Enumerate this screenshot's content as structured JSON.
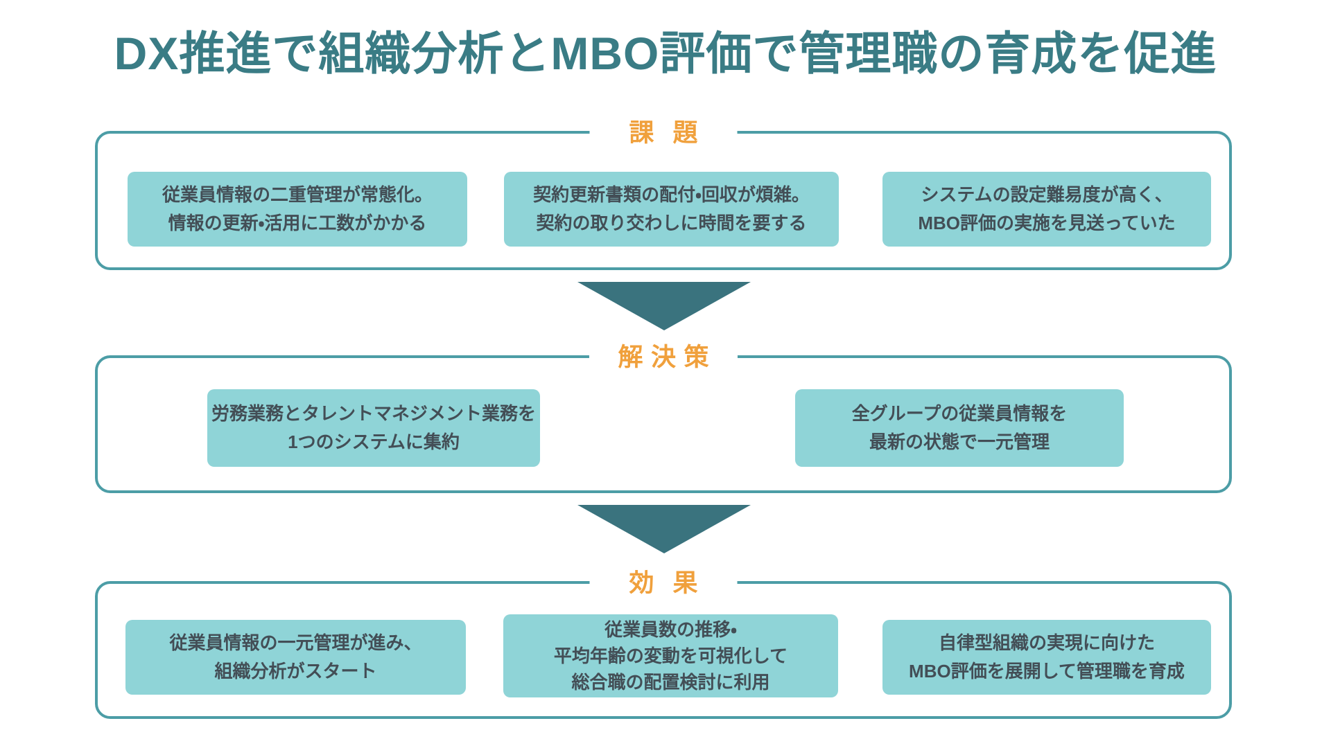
{
  "page": {
    "title": "DX推進で組織分析とMBO評価で管理職の育成を促進"
  },
  "colors": {
    "background": "#FFFFFF",
    "title_text": "#3A7C85",
    "section_border": "#4C9DA6",
    "section_label": "#F0A03C",
    "card_background": "#8FD4D7",
    "card_text": "#434E56",
    "arrow": "#3A737E"
  },
  "sections": [
    {
      "label": "課題",
      "cards": [
        {
          "lines": [
            "従業員情報の二重管理が常態化。",
            "情報の更新・活用に工数がかかる"
          ]
        },
        {
          "lines": [
            "契約更新書類の配付・回収が煩雑。",
            "契約の取り交わしに時間を要する"
          ]
        },
        {
          "lines": [
            "システムの設定難易度が高く、",
            "MBO評価の実施を見送っていた"
          ]
        }
      ]
    },
    {
      "label": "解決策",
      "cards": [
        {
          "lines": [
            "労務業務とタレントマネジメント業務を",
            "1つのシステムに集約"
          ]
        },
        {
          "lines": [
            "全グループの従業員情報を",
            "最新の状態で一元管理"
          ]
        }
      ]
    },
    {
      "label": "効果",
      "cards": [
        {
          "lines": [
            "従業員情報の一元管理が進み、",
            "組織分析がスタート"
          ]
        },
        {
          "lines": [
            "従業員数の推移・",
            "平均年齢の変動を可視化して",
            "総合職の配置検討に利用"
          ]
        },
        {
          "lines": [
            "自律型組織の実現に向けた",
            "MBO評価を展開して管理職を育成"
          ]
        }
      ]
    }
  ]
}
